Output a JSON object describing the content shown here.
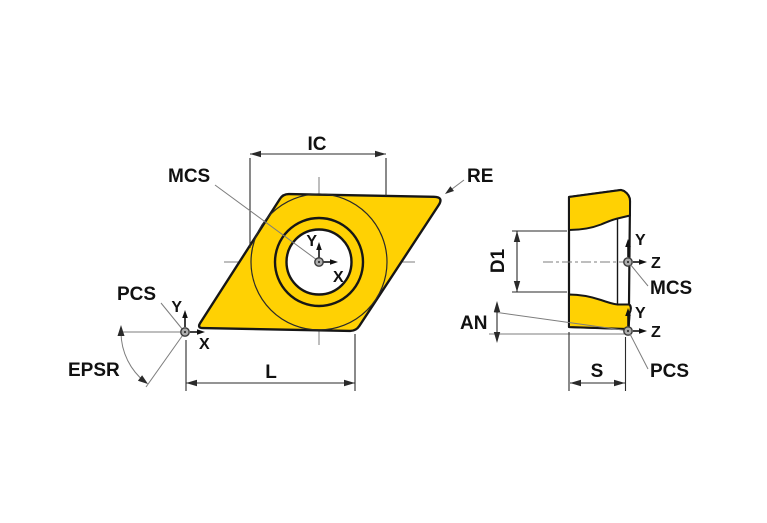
{
  "colors": {
    "insert_fill": "#FFD103",
    "outline": "#161616",
    "dimension": "#2A2A2A",
    "construction": "#7D7D7D",
    "marker_fill": "#ADADAD",
    "background": "#FFFFFF"
  },
  "front_view": {
    "dim_ic": "IC",
    "dim_l": "L",
    "label_mcs": "MCS",
    "label_re": "RE",
    "label_pcs": "PCS",
    "label_epsr": "EPSR",
    "mcs_axis_x": "X",
    "mcs_axis_y": "Y",
    "pcs_axis_x": "X",
    "pcs_axis_y": "Y"
  },
  "side_view": {
    "dim_d1": "D1",
    "dim_s": "S",
    "label_an": "AN",
    "label_mcs": "MCS",
    "label_pcs": "PCS",
    "mcs_axis_y": "Y",
    "mcs_axis_z": "Z",
    "pcs_axis_y": "Y",
    "pcs_axis_z": "Z"
  }
}
